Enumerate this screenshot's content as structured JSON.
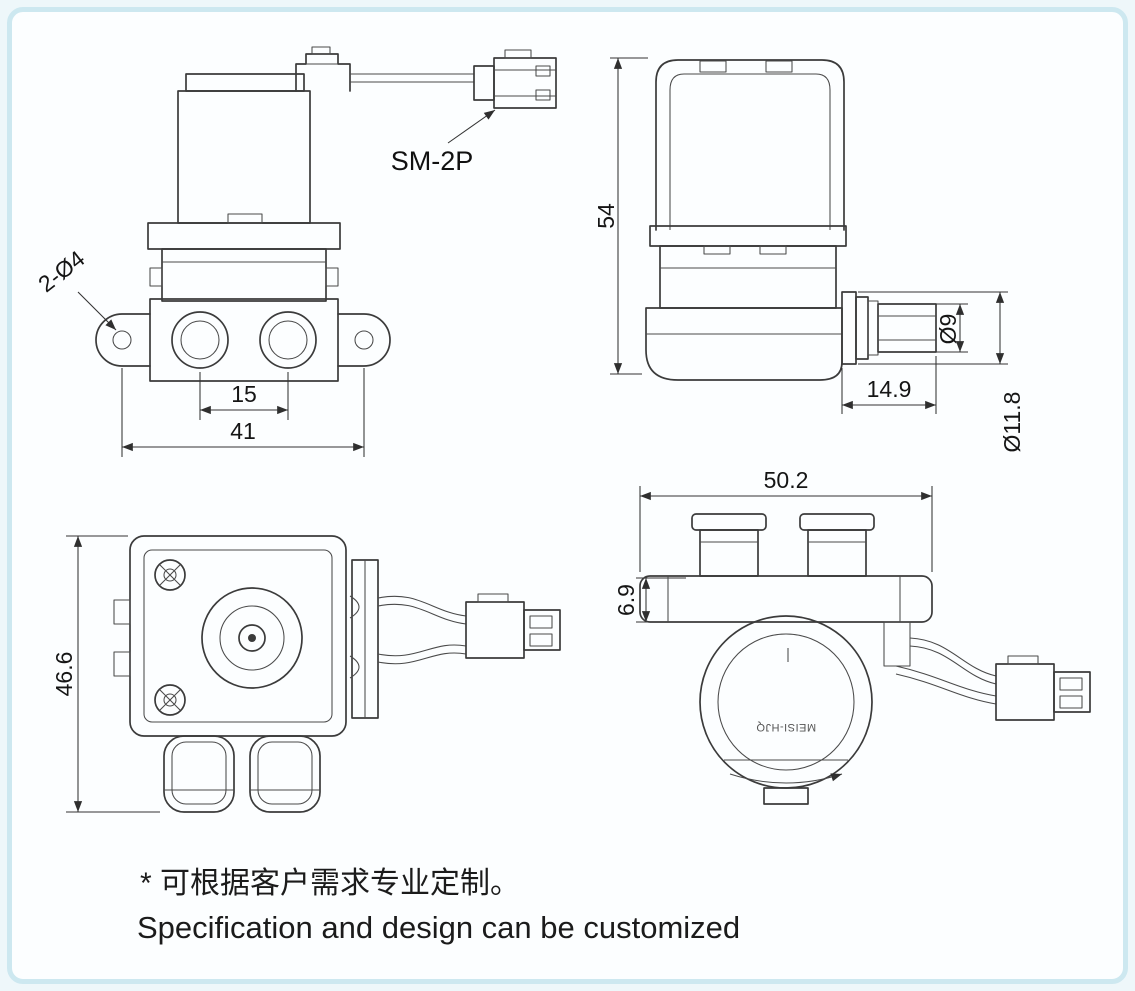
{
  "drawing": {
    "views": {
      "front": {
        "connector_label": "SM-2P",
        "dim_mounting_holes": "2-Ø4",
        "dim_port_spacing": "15",
        "dim_mounting_width": "41"
      },
      "side": {
        "dim_height": "54",
        "dim_outlet_dia": "Ø9",
        "dim_outlet_length": "14.9",
        "dim_flange_dia": "Ø11.8"
      },
      "top": {
        "dim_depth": "46.6"
      },
      "rear": {
        "dim_width": "50.2",
        "dim_flange_offset": "6.9",
        "body_marking": "MEISI-HJQ"
      }
    },
    "notes": {
      "line1": "* 可根据客户需求专业定制。",
      "line2": "Specification and design can be customized"
    },
    "colors": {
      "background": "#eef7fa",
      "frame_border": "#cde8f0",
      "line": "#3b3b3b"
    }
  }
}
